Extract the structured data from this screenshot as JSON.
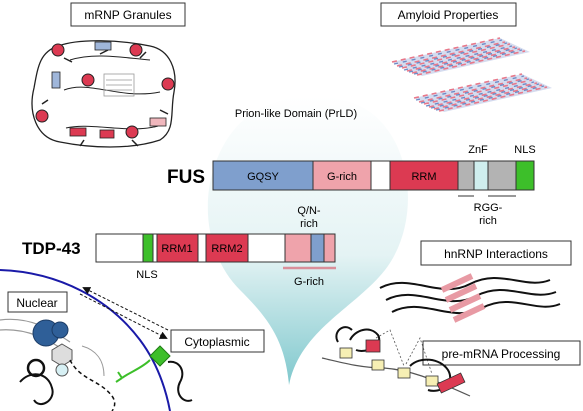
{
  "labels": {
    "mrnp": "mRNP Granules",
    "amyloid": "Amyloid Properties",
    "prld": "Prion-like Domain (PrLD)",
    "hnrnp": "hnRNP Interactions",
    "premrna": "pre-mRNA Processing",
    "nuclear": "Nuclear",
    "cytoplasmic": "Cytoplasmic"
  },
  "fus": {
    "name": "FUS",
    "gqsy": "GQSY",
    "grich": "G-rich",
    "rrm": "RRM",
    "znf": "ZnF",
    "nls": "NLS",
    "rgg_line1": "RGG-",
    "rgg_line2": "rich"
  },
  "tdp": {
    "name": "TDP-43",
    "rrm1": "RRM1",
    "rrm2": "RRM2",
    "qn_line1": "Q/N-",
    "qn_line2": "rich",
    "nls": "NLS",
    "grich": "G-rich"
  },
  "colors": {
    "gqsy": "#7f9fcd",
    "grich": "#efa3ab",
    "rrm": "#dc3a52",
    "znf": "#cfeeee",
    "gray": "#b3b3b3",
    "nls": "#3dbf2a",
    "drop_top": "#ffffff",
    "drop_bottom": "#8fcfd3",
    "nucleus_line": "#1a1aa8"
  }
}
